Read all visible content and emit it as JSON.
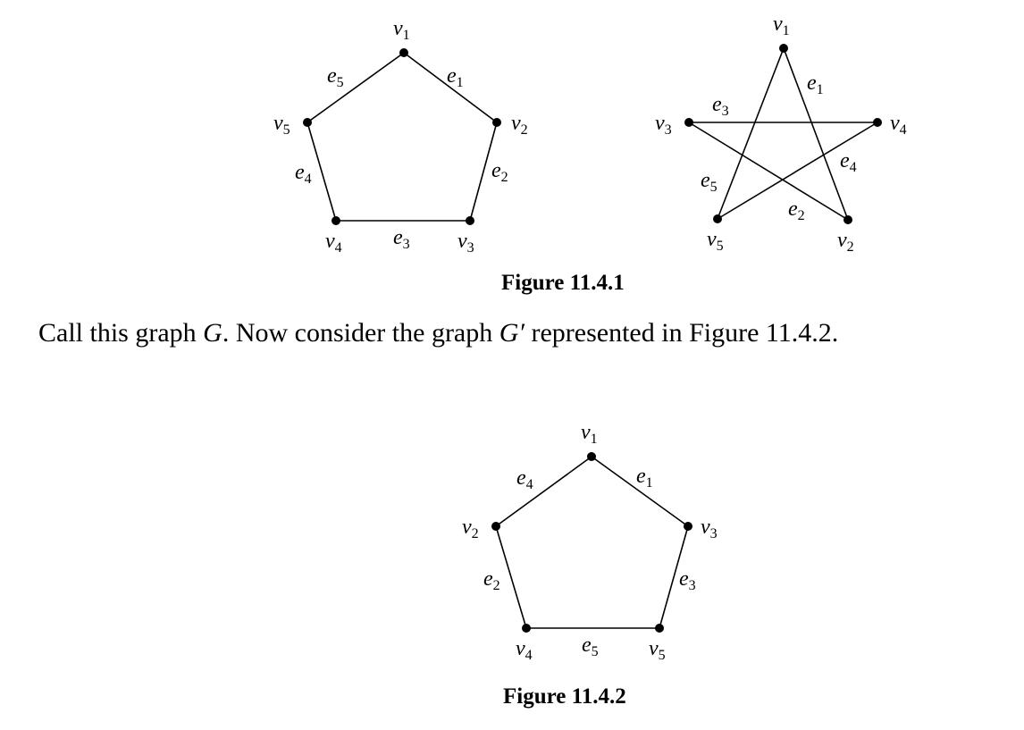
{
  "figure1": {
    "caption": "Figure 11.4.1",
    "left_graph": {
      "vertices": [
        {
          "label": "v",
          "sub": "1"
        },
        {
          "label": "v",
          "sub": "2"
        },
        {
          "label": "v",
          "sub": "3"
        },
        {
          "label": "v",
          "sub": "4"
        },
        {
          "label": "v",
          "sub": "5"
        }
      ],
      "edges": [
        {
          "label": "e",
          "sub": "1",
          "from": "v1",
          "to": "v2"
        },
        {
          "label": "e",
          "sub": "2",
          "from": "v2",
          "to": "v3"
        },
        {
          "label": "e",
          "sub": "3",
          "from": "v3",
          "to": "v4"
        },
        {
          "label": "e",
          "sub": "4",
          "from": "v4",
          "to": "v5"
        },
        {
          "label": "e",
          "sub": "5",
          "from": "v5",
          "to": "v1"
        }
      ]
    },
    "right_graph": {
      "vertices": [
        {
          "label": "v",
          "sub": "1"
        },
        {
          "label": "v",
          "sub": "2"
        },
        {
          "label": "v",
          "sub": "3"
        },
        {
          "label": "v",
          "sub": "4"
        },
        {
          "label": "v",
          "sub": "5"
        }
      ],
      "edges": [
        {
          "label": "e",
          "sub": "1",
          "from": "v1",
          "to": "v2"
        },
        {
          "label": "e",
          "sub": "2",
          "from": "v2",
          "to": "v3"
        },
        {
          "label": "e",
          "sub": "3",
          "from": "v3",
          "to": "v4"
        },
        {
          "label": "e",
          "sub": "4",
          "from": "v4",
          "to": "v5"
        },
        {
          "label": "e",
          "sub": "5",
          "from": "v5",
          "to": "v1"
        }
      ]
    }
  },
  "paragraph": {
    "part1": "Call this graph ",
    "g": "G",
    "part2": ". Now consider the graph ",
    "gprime": "G′",
    "part3": " represented in Figure 11.4.2."
  },
  "figure2": {
    "caption": "Figure 11.4.2",
    "graph": {
      "vertices": [
        {
          "label": "v",
          "sub": "1"
        },
        {
          "label": "v",
          "sub": "3"
        },
        {
          "label": "v",
          "sub": "5"
        },
        {
          "label": "v",
          "sub": "4"
        },
        {
          "label": "v",
          "sub": "2"
        }
      ],
      "edges": [
        {
          "label": "e",
          "sub": "1",
          "from": "v1",
          "to": "v3"
        },
        {
          "label": "e",
          "sub": "3",
          "from": "v3",
          "to": "v5"
        },
        {
          "label": "e",
          "sub": "5",
          "from": "v5",
          "to": "v4"
        },
        {
          "label": "e",
          "sub": "2",
          "from": "v4",
          "to": "v2"
        },
        {
          "label": "e",
          "sub": "4",
          "from": "v2",
          "to": "v1"
        }
      ]
    }
  }
}
